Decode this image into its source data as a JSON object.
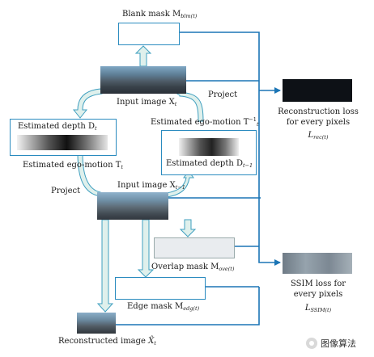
{
  "labels": {
    "blank_mask": "Blank mask M",
    "blank_mask_sub": "blm(t)",
    "input_image_t": "Input image X",
    "input_image_t_sub": "t",
    "project_top": "Project",
    "estimated_depth_t": "Estimated depth D",
    "estimated_depth_t_sub": "t",
    "estimated_egomotion_inv": "Estimated ego-motion T",
    "estimated_egomotion_inv_sub": "t",
    "estimated_egomotion_inv_sup": "−1",
    "estimated_egomotion_t": "Estimated ego-motion T",
    "estimated_egomotion_t_sub": "t",
    "estimated_depth_t1": "Estimated depth D",
    "estimated_depth_t1_sub": "t−1",
    "project_left": "Project",
    "input_image_t1": "Input image X",
    "input_image_t1_sub": "t−1",
    "overlap_mask": "Overlap mask  M",
    "overlap_mask_sub": "ove(t)",
    "edge_mask": "Edge mask  M",
    "edge_mask_sub": "edg(t)",
    "reconstructed_image": "Reconstructed image ",
    "reconstructed_image_var": "X̂",
    "reconstructed_image_sub": "t",
    "recon_loss_line1": "Reconstruction loss",
    "recon_loss_line2": "for every pixels",
    "recon_loss_symbol": "L",
    "recon_loss_sub": "rec(t)",
    "ssim_loss_line1": "SSIM loss for",
    "ssim_loss_line2": "every pixels",
    "ssim_loss_symbol": "L",
    "ssim_loss_sub": "SSIM(t)"
  },
  "watermark": "图像算法",
  "colors": {
    "arrow_line": "#1b75b5",
    "fat_arrow_fill": "#dff0ec",
    "fat_arrow_stroke": "#3f9fbf",
    "box_border": "#2a8bbf"
  }
}
